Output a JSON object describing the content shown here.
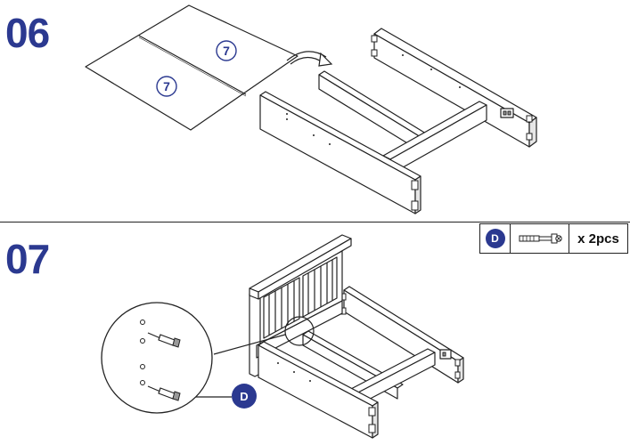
{
  "steps": {
    "step6": {
      "number": "06",
      "slat_label_a": "7",
      "slat_label_b": "7"
    },
    "step7": {
      "number": "07",
      "callout_label": "D"
    }
  },
  "parts_table": {
    "label": "D",
    "quantity": "x 2pcs"
  },
  "colors": {
    "accent": "#2b3990",
    "line": "#222222",
    "background": "#ffffff"
  }
}
